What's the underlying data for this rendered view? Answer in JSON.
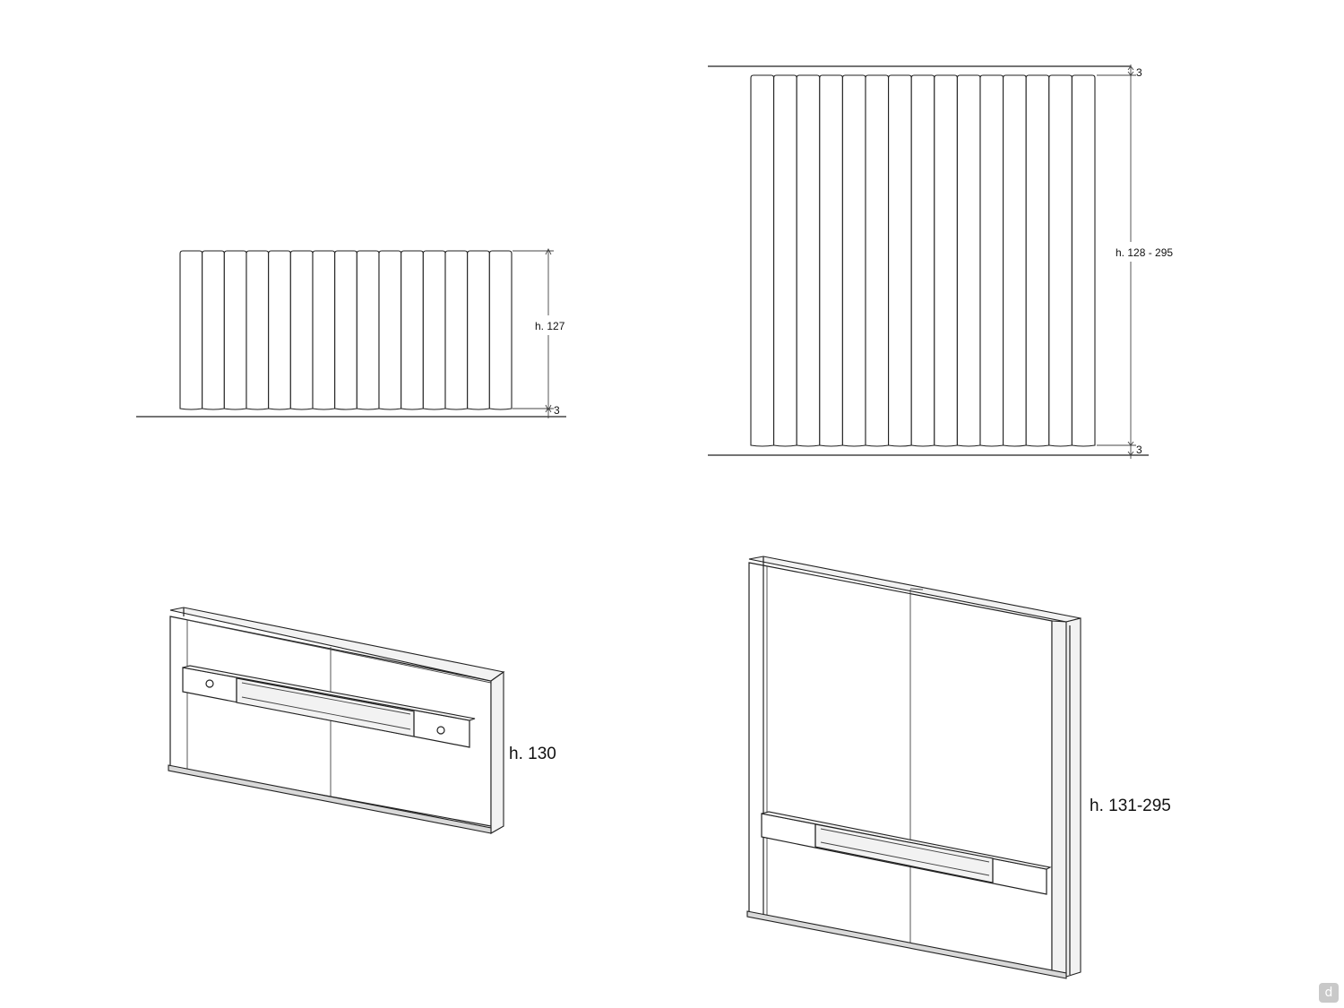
{
  "views": {
    "front_low": {
      "height_label": "h. 127",
      "offset_label": "3",
      "panels": 15
    },
    "front_tall": {
      "height_label": "h. 128 - 295",
      "top_offset_label": "3",
      "bottom_offset_label": "3",
      "panels": 15
    },
    "iso_low": {
      "height_label": "h. 130"
    },
    "iso_tall": {
      "height_label": "h. 131-295"
    }
  },
  "watermark": {
    "icon": "d-logo-icon",
    "glyph": "d"
  },
  "colors": {
    "ink": "#222222",
    "background": "#ffffff",
    "badge": "#c9c9c9"
  }
}
